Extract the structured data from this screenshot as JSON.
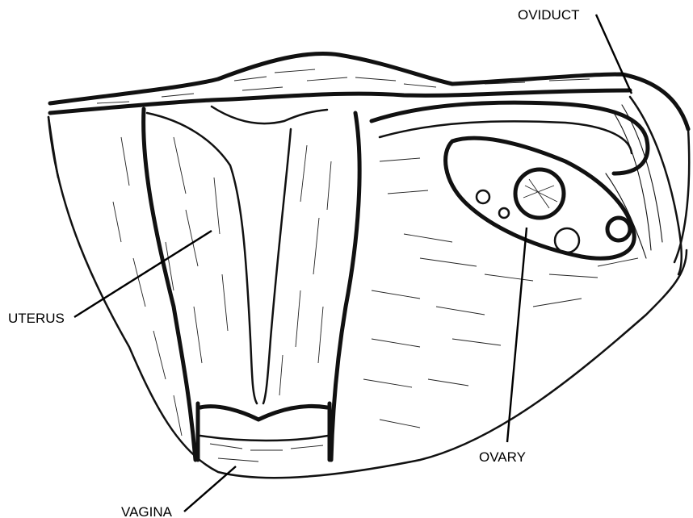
{
  "labels": {
    "oviduct": "OVIDUCT",
    "uterus": "UTERUS",
    "ovary": "OVARY",
    "vagina": "VAGINA"
  },
  "colors": {
    "ink": "#111111",
    "background": "#ffffff"
  }
}
